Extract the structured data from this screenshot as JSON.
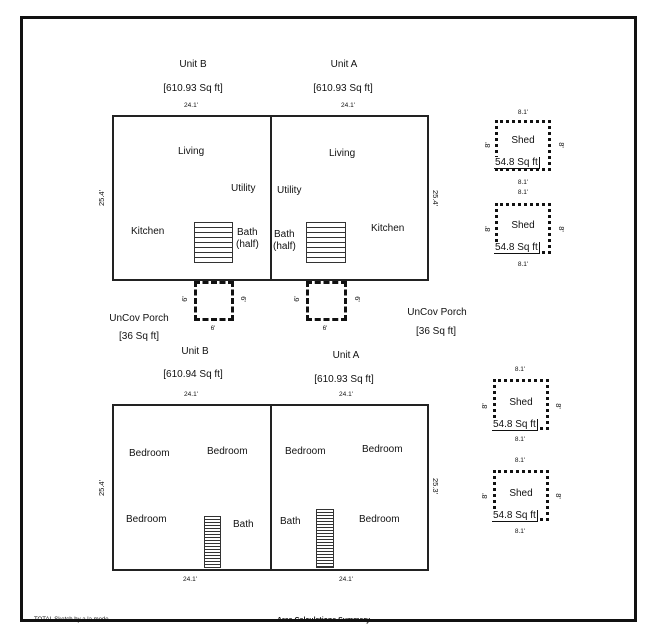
{
  "top": {
    "unit_b": {
      "name": "Unit B",
      "area": "[610.93 Sq ft]",
      "width": "24.1'",
      "left_height": "25.4'",
      "rooms": {
        "living": "Living",
        "utility": "Utility",
        "kitchen": "Kitchen",
        "bath": "Bath",
        "bath_note": "(half)"
      }
    },
    "unit_a": {
      "name": "Unit A",
      "area": "[610.93 Sq ft]",
      "width": "24.1'",
      "right_height": "25.4'",
      "rooms": {
        "living": "Living",
        "utility": "Utility",
        "kitchen": "Kitchen",
        "bath": "Bath",
        "bath_note": "(half)"
      }
    },
    "porch_left": {
      "name": "UnCov Porch",
      "area": "[36 Sq ft]",
      "width": "6'",
      "side_left": "6'",
      "side_right": "6'"
    },
    "porch_right": {
      "name": "UnCov Porch",
      "area": "[36 Sq ft]",
      "width": "6'",
      "side_left": "6'",
      "side_right": "6'"
    }
  },
  "bottom": {
    "unit_b": {
      "name": "Unit B",
      "area": "[610.94 Sq ft]",
      "width_top": "24.1'",
      "width_bottom": "24.1'",
      "left_height": "25.4'",
      "rooms": {
        "bedroom_1": "Bedroom",
        "bedroom_2": "Bedroom",
        "bedroom_3": "Bedroom",
        "bath": "Bath"
      }
    },
    "unit_a": {
      "name": "Unit A",
      "area": "[610.93 Sq ft]",
      "width_top": "24.1'",
      "width_bottom": "24.1'",
      "right_height": "25.3'",
      "rooms": {
        "bedroom_1": "Bedroom",
        "bedroom_2": "Bedroom",
        "bedroom_3": "Bedroom",
        "bath": "Bath"
      }
    }
  },
  "sheds": [
    {
      "name": "Shed",
      "area": "54.8 Sq ft",
      "top_dim": "8.1'",
      "bottom_dim": "8.1'",
      "left_dim": "8'",
      "right_dim": "8'"
    },
    {
      "name": "Shed",
      "area": "54.8 Sq ft",
      "top_dim": "8.1'",
      "bottom_dim": "8.1'",
      "left_dim": "8'",
      "right_dim": "8'"
    },
    {
      "name": "Shed",
      "area": "54.8 Sq ft",
      "top_dim": "8.1'",
      "bottom_dim": "8.1'",
      "left_dim": "8'",
      "right_dim": "8'"
    },
    {
      "name": "Shed",
      "area": "54.8 Sq ft",
      "top_dim": "8.1'",
      "bottom_dim": "8.1'",
      "left_dim": "8'",
      "right_dim": "8'"
    }
  ],
  "footer": {
    "left": "TOTAL Sketch by a la mode",
    "center": "Area Calculations Summary"
  }
}
